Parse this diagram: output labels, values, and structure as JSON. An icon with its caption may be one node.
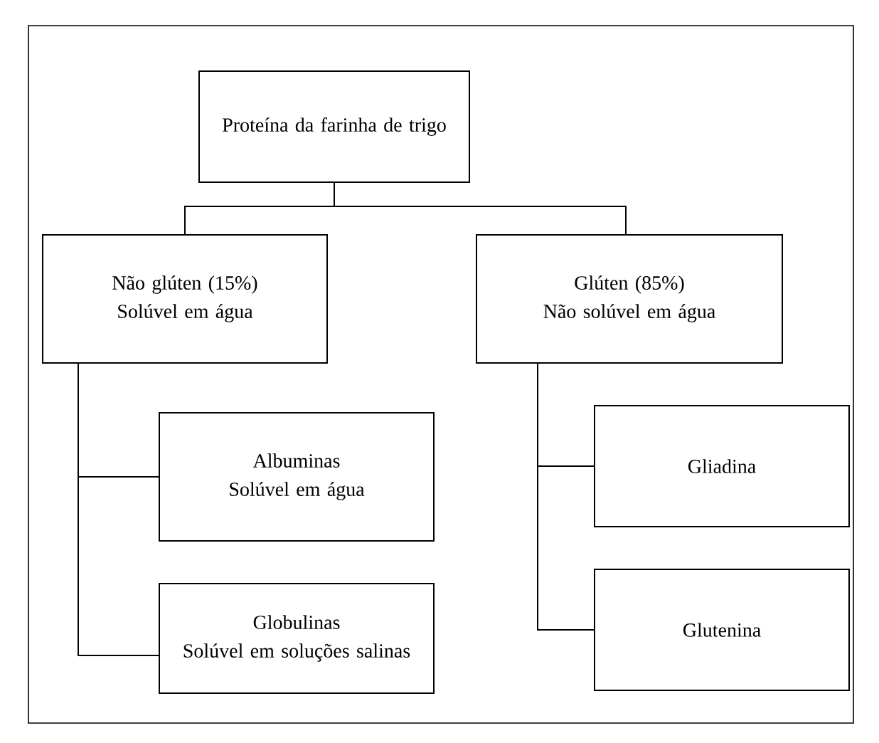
{
  "diagram": {
    "nodes": [
      {
        "text": [
          "Proteína da farinha de trigo"
        ]
      },
      {
        "text": [
          "Não glúten (15%)",
          "Solúvel em água"
        ]
      },
      {
        "text": [
          "Glúten (85%)",
          "Não solúvel em água"
        ]
      },
      {
        "text": [
          "Albuminas",
          "Solúvel em água"
        ]
      },
      {
        "text": [
          "Globulinas",
          "Solúvel em soluções salinas"
        ]
      },
      {
        "text": [
          "Gliadina"
        ]
      },
      {
        "text": [
          "Glutenina"
        ]
      }
    ],
    "edges": [
      {
        "from": 0,
        "to": 1,
        "arrow": "none"
      },
      {
        "from": 0,
        "to": 2,
        "arrow": "none"
      },
      {
        "from": 1,
        "to": 3,
        "arrow": "none"
      },
      {
        "from": 1,
        "to": 4,
        "arrow": "none"
      },
      {
        "from": 2,
        "to": 5,
        "arrow": "none"
      },
      {
        "from": 2,
        "to": 6,
        "arrow": "none"
      }
    ]
  }
}
